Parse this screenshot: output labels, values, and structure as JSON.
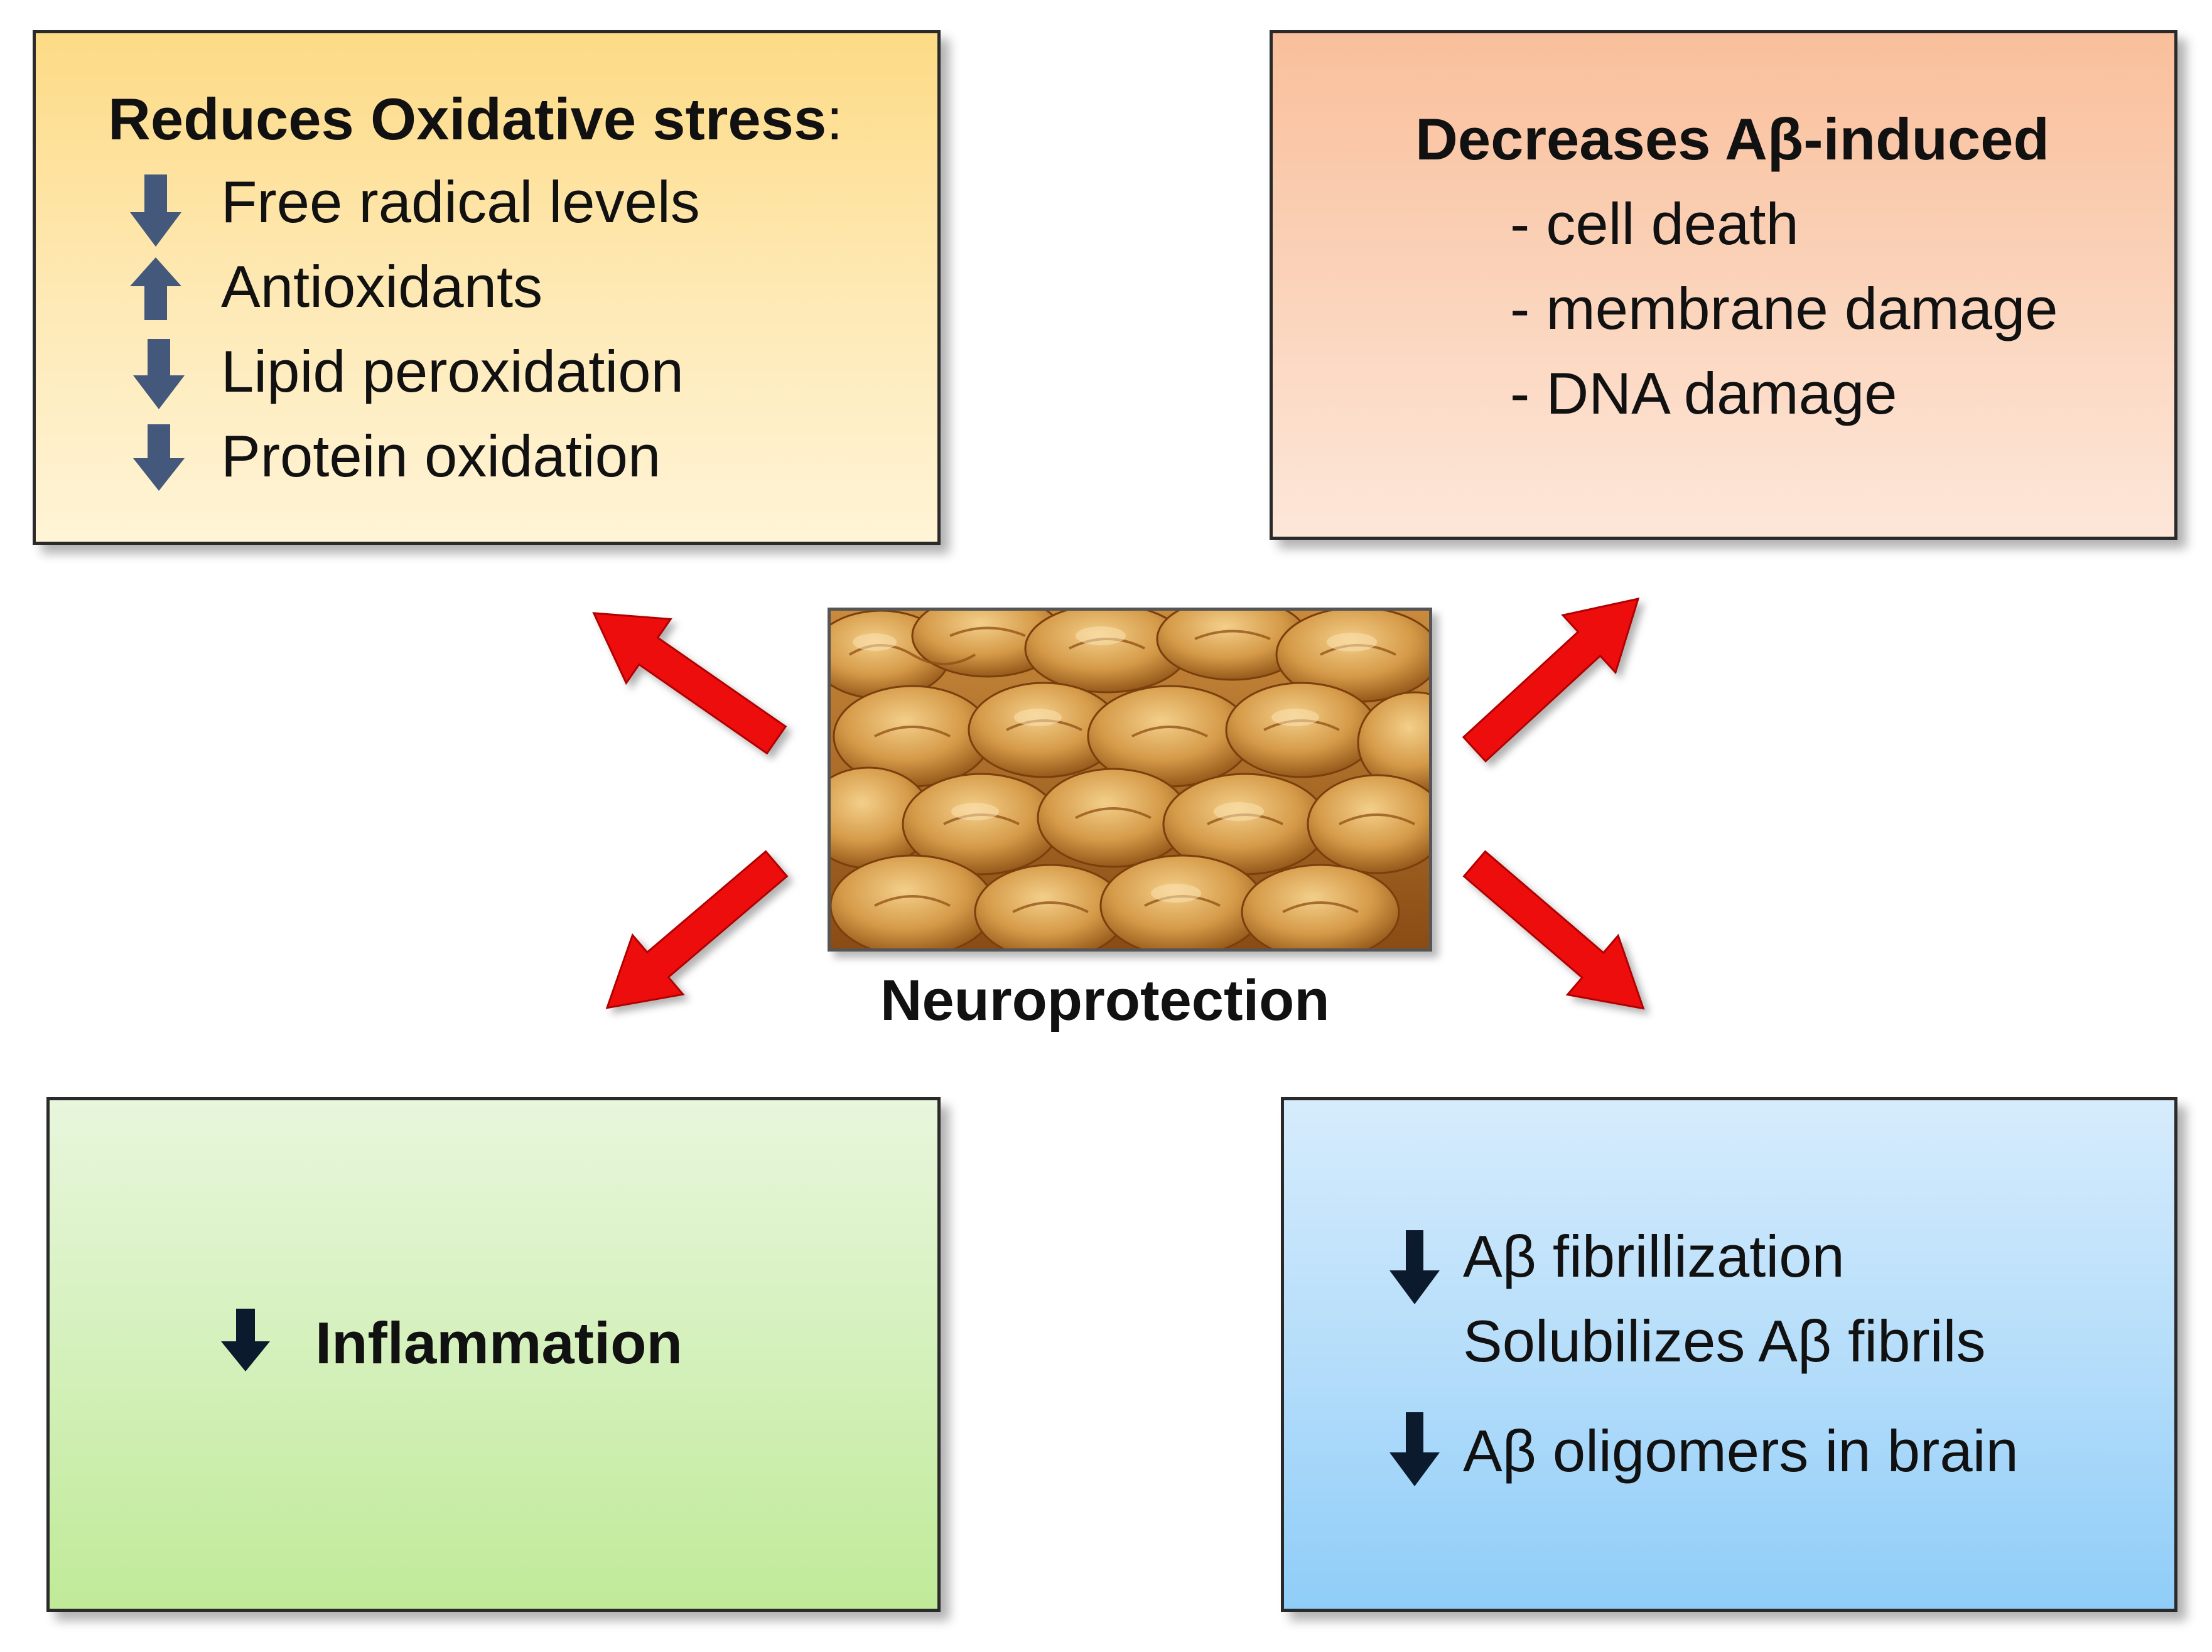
{
  "oxidative": {
    "title": "Reduces Oxidative stress",
    "title_colon": ":",
    "items": [
      {
        "direction": "down",
        "text": "Free radical levels"
      },
      {
        "direction": "up",
        "text": "Antioxidants"
      },
      {
        "direction": "down",
        "text": "Lipid peroxidation"
      },
      {
        "direction": "down",
        "text": "Protein oxidation"
      }
    ]
  },
  "abeta": {
    "title": "Decreases Aβ-induced",
    "items": [
      "- cell death",
      "- membrane damage",
      "- DNA damage"
    ]
  },
  "center": {
    "caption": "Neuroprotection"
  },
  "inflammation": {
    "direction": "down",
    "text": "Inflammation"
  },
  "fibril": {
    "items": [
      {
        "direction": "down",
        "text": "Aβ fibrillization"
      },
      {
        "direction": "none",
        "text": "Solubilizes Aβ fibrils"
      },
      {
        "direction": "down",
        "text": "Aβ oligomers in brain"
      }
    ]
  },
  "colors": {
    "connector_arrow": "#ee1111",
    "indicator_arrow_blue": "#43587a",
    "indicator_arrow_dark": "#0c1a2e"
  }
}
